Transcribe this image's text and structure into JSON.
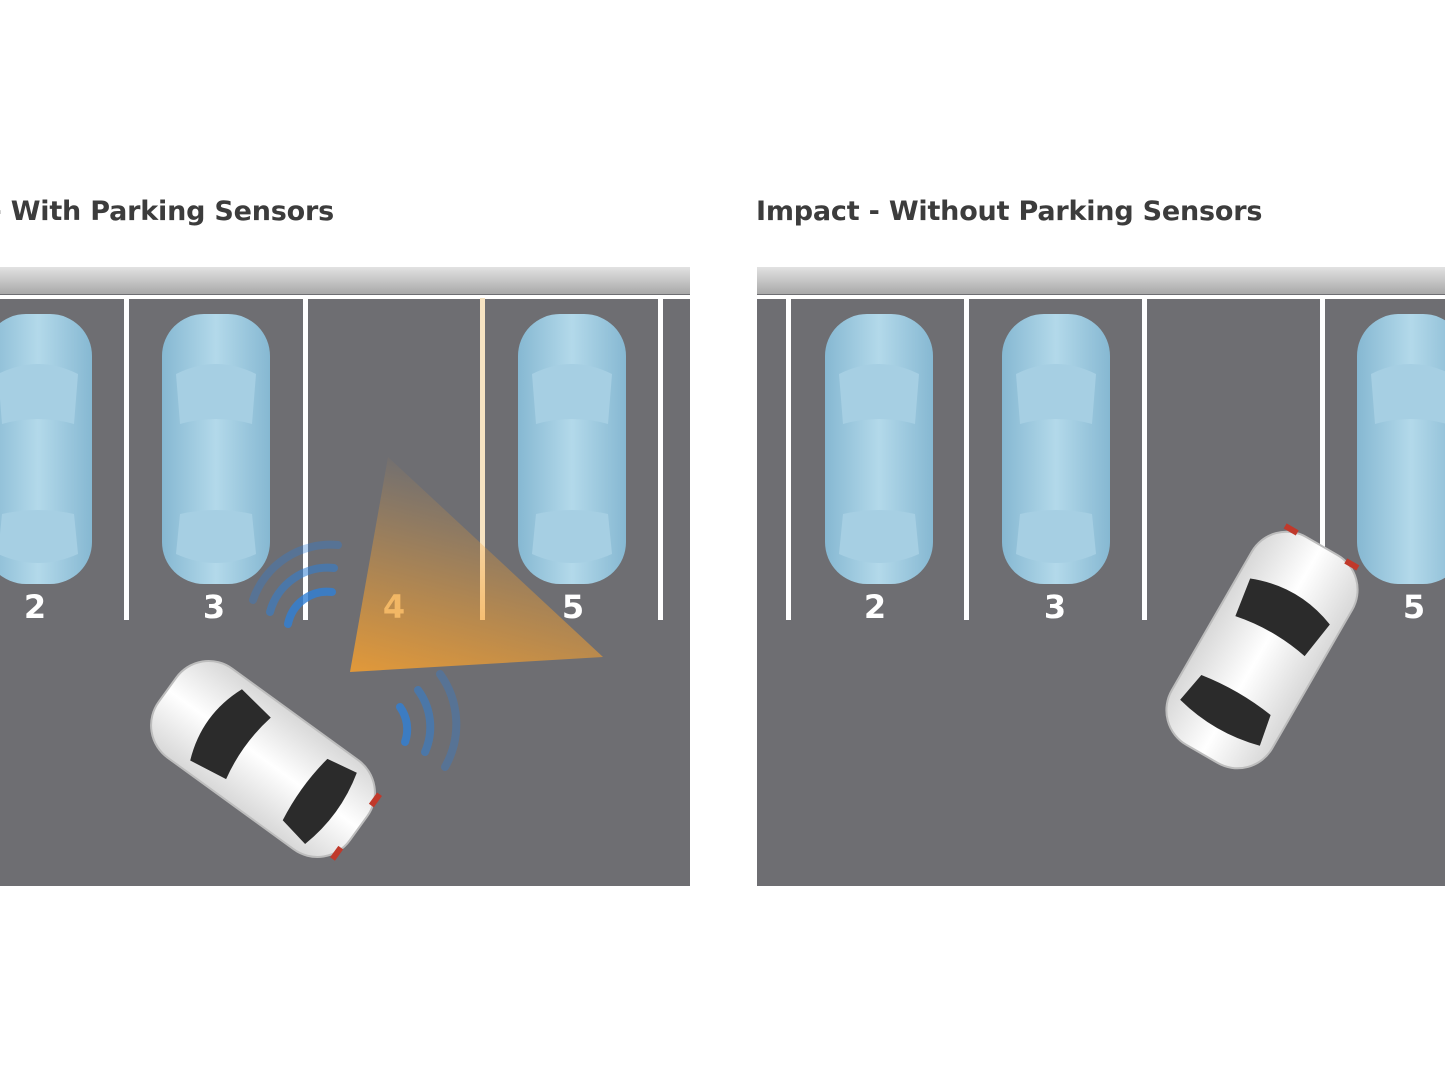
{
  "panels": [
    {
      "title": "t - With Parking Sensors",
      "spot_numbers": [
        "2",
        "3",
        "4",
        "5"
      ],
      "highlighted_spot": "4",
      "sensor_colors": {
        "waves": "#2f7fd6",
        "cone": "#f0a030",
        "highlight_number": "#f2b765"
      }
    },
    {
      "title": "Impact - Without Parking Sensors",
      "spot_numbers": [
        "2",
        "3",
        "5"
      ]
    }
  ],
  "colors": {
    "asphalt": "#707074",
    "curb": "#c4c4c4",
    "lines": "#ffffff",
    "parked_car": "#9fcbe0",
    "moving_car": "#f4f4f4",
    "numbers": "#ffffff"
  }
}
